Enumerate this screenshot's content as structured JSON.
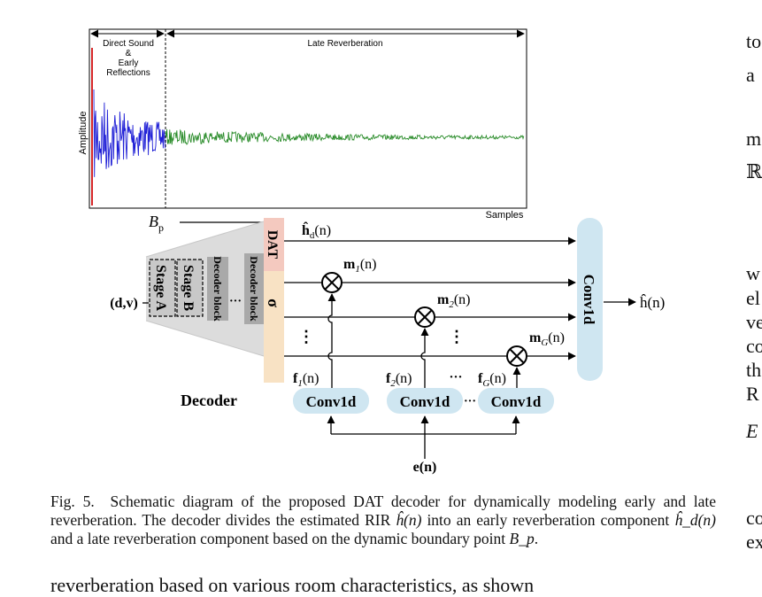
{
  "plot": {
    "region_direct": "Direct Sound",
    "region_amp": "&",
    "region_early": "Early",
    "region_refl": "Reflections",
    "region_late": "Late Reverberation",
    "ylabel": "Amplitude",
    "xlabel": "Samples",
    "colors": {
      "direct": "#d62728",
      "early": "#1f1fd6",
      "late": "#2a8c2a"
    }
  },
  "diagram": {
    "boundary": "B",
    "boundary_sub": "p",
    "dat": "DAT",
    "sigma": "σ",
    "input": "(d,v)",
    "stage_a": "Stage A",
    "stage_b": "Stage B",
    "decoder_block_1": "Decoder block",
    "decoder_block_2": "Decoder block",
    "dots": "···",
    "decoder_label": "Decoder",
    "hd": "ĥ",
    "hd_sub": "d",
    "hd_arg": "(n)",
    "m1": "m",
    "m1_sub": "1",
    "m1_arg": "(n)",
    "m2": "m",
    "m2_sub": "2",
    "m2_arg": "(n)",
    "mg": "m",
    "mg_sub": "G",
    "mg_arg": "(n)",
    "f1": "f",
    "f1_sub": "1",
    "f1_arg": "(n)",
    "f2": "f",
    "f2_sub": "2",
    "f2_arg": "(n)",
    "fg": "f",
    "fg_sub": "G",
    "fg_arg": "(n)",
    "conv_main": "Conv1d",
    "conv_1": "Conv1d",
    "conv_2": "Conv1d",
    "conv_g": "Conv1d",
    "output": "ĥ(n)",
    "e": "e(n)",
    "vdots": "⋮",
    "hdots": "···",
    "colors": {
      "dat_box": "#f4c9bf",
      "sigma_box": "#f8e2c4",
      "conv_box": "#cfe6f1",
      "gray": "#a9a9a9",
      "stage": "#c8c8c8"
    }
  },
  "caption": {
    "fig": "Fig. 5.",
    "text1": "Schematic diagram of the proposed DAT decoder for dynamically modeling early and late reverberation. The decoder divides the estimated RIR ",
    "h1": "ĥ(n)",
    "text2": " into an early reverberation component ",
    "h2": "ĥ_d(n)",
    "text3": " and a late reverberation component based on the dynamic boundary point ",
    "bp": "B_p",
    "text4": "."
  },
  "body_text": "reverberation based on various room characteristics, as shown",
  "right_column": [
    "to",
    "a",
    "m",
    "ℝ",
    "w",
    "el",
    "ve",
    "co",
    "th",
    "R",
    "E",
    "co",
    "ex"
  ]
}
